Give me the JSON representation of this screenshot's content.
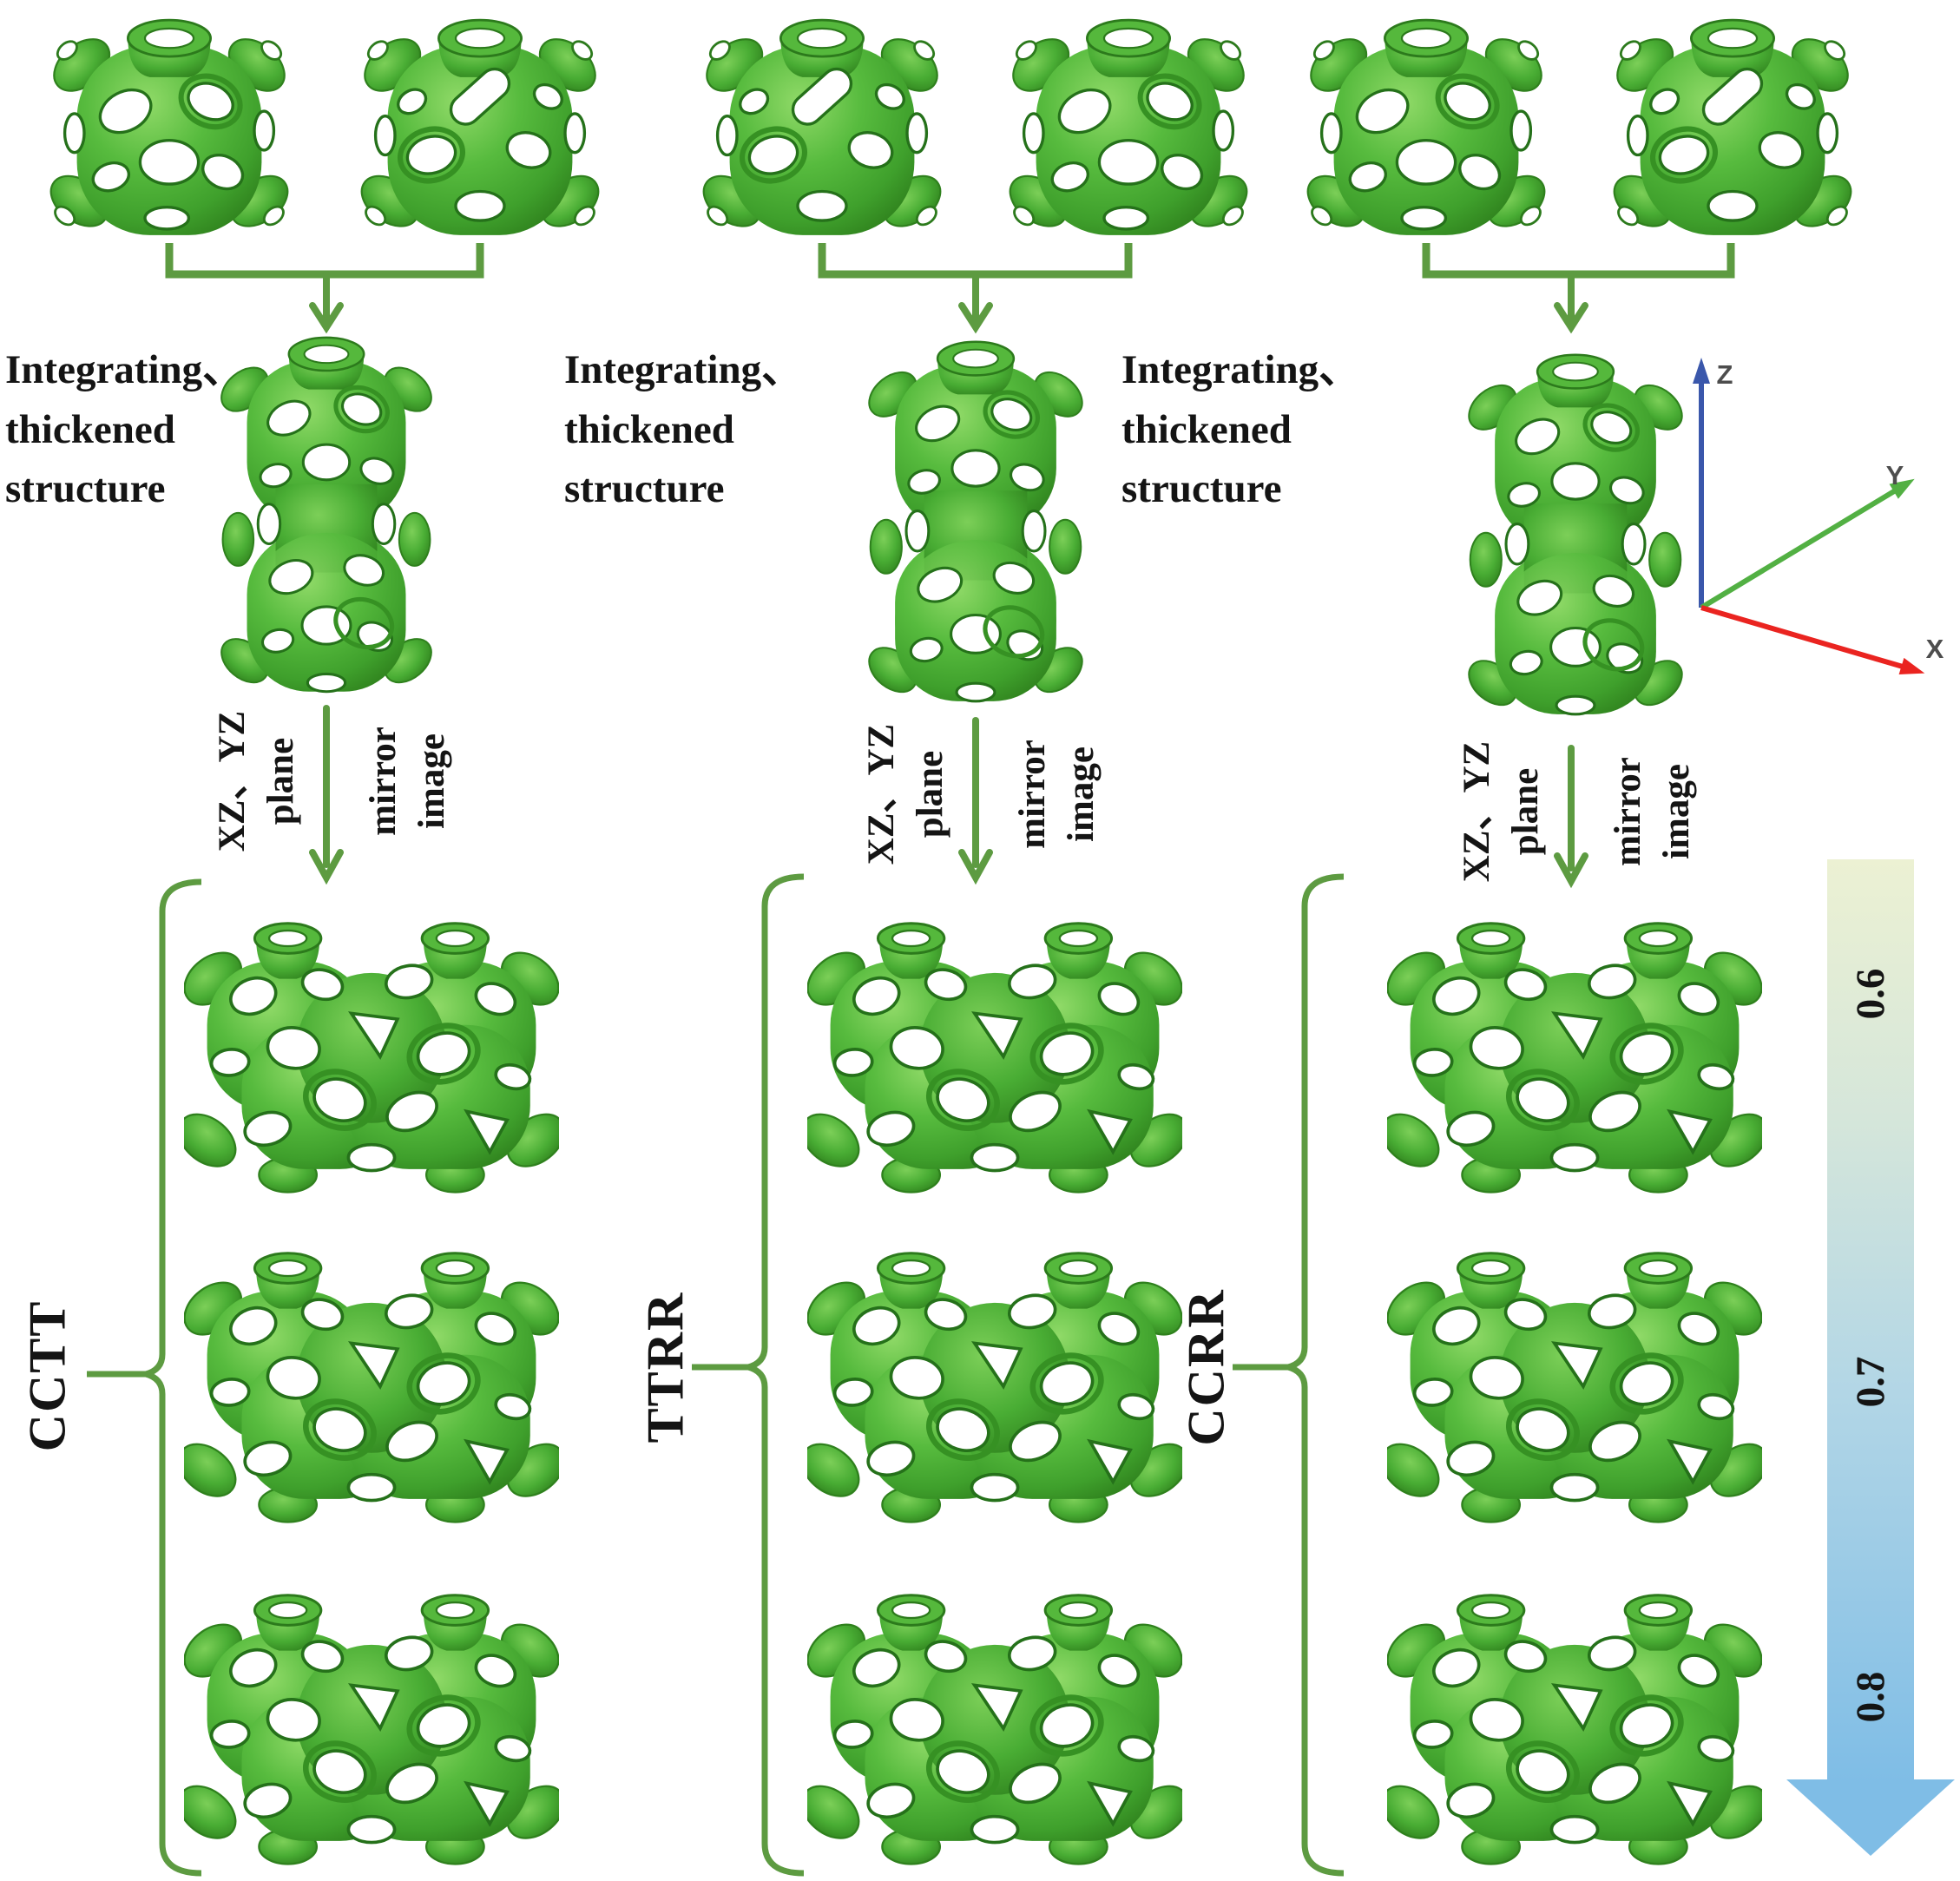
{
  "columns": [
    {
      "name": "CCTT",
      "integrate_lines": [
        "Integrating、",
        "thickened",
        "structure"
      ],
      "mirror_plane_lines": [
        "XZ、YZ",
        "plane"
      ],
      "mirror_image_lines": [
        "mirror",
        "image"
      ]
    },
    {
      "name": "TTRR",
      "integrate_lines": [
        "Integrating、",
        "thickened",
        "structure"
      ],
      "mirror_plane_lines": [
        "XZ、YZ",
        "plane"
      ],
      "mirror_image_lines": [
        "mirror",
        "image"
      ]
    },
    {
      "name": "CCRR",
      "integrate_lines": [
        "Integrating、",
        "thickened",
        "structure"
      ],
      "mirror_plane_lines": [
        "XZ、YZ",
        "plane"
      ],
      "mirror_image_lines": [
        "mirror",
        "image"
      ]
    }
  ],
  "axes": {
    "z_label": "Z",
    "y_label": "Y",
    "x_label": "X"
  },
  "density_arrow": {
    "values": [
      "0.6",
      "0.7",
      "0.8"
    ]
  },
  "icons": {
    "unit_cell": "tpms-unit-cell",
    "double_cell": "tpms-integrated-double-cell",
    "cluster": "tpms-mirrored-array",
    "merge_bracket": "merge-bracket-arrow",
    "mirror_arrow": "mirror-down-arrow",
    "group_brace": "group-brace",
    "axes_triad": "coordinate-axes",
    "density_gradient_arrow": "density-gradient-arrow"
  },
  "colors": {
    "structure_green": "#4ead36",
    "structure_highlight": "#8ad765",
    "structure_dark_green": "#2f811d",
    "connector_green": "#5d9b41",
    "axis_x": "#ea2420",
    "axis_y": "#52b043",
    "axis_z": "#3a57ab",
    "density_gradient_top": "#ecf1d3",
    "density_gradient_bottom": "#7fbde6",
    "text": "#141414"
  }
}
